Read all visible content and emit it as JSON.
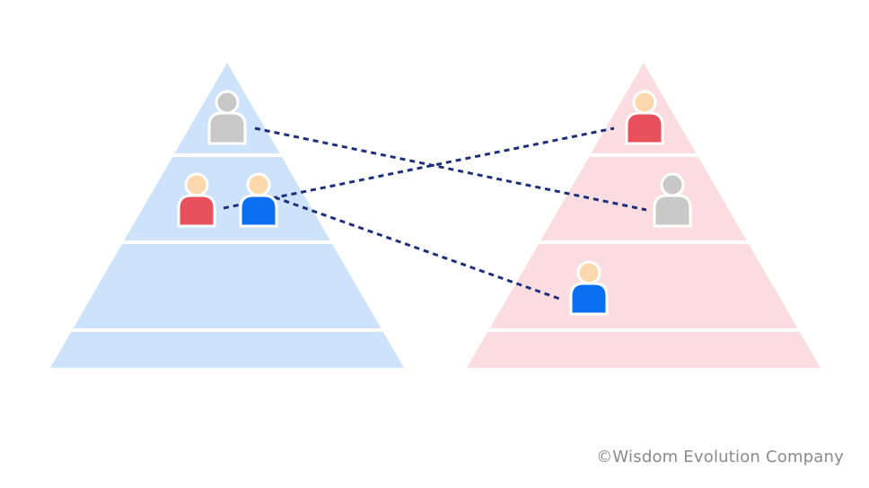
{
  "copyright": "©Wisdom Evolution Company",
  "colors": {
    "left_pyramid": "#cde2fb",
    "right_pyramid": "#fbdde1",
    "divider": "#ffffff",
    "connector": "#1c2f7a",
    "person_gray": "#c8c8c8",
    "person_red": "#e8505b",
    "person_blue": "#0a6ff0",
    "skin": "#fcd8ac",
    "outline": "#ffffff"
  },
  "left_pyramid": {
    "tiers": 4,
    "people": [
      {
        "id": "left-gray",
        "tier": 1,
        "color": "gray"
      },
      {
        "id": "left-red",
        "tier": 2,
        "color": "red"
      },
      {
        "id": "left-blue",
        "tier": 2,
        "color": "blue"
      }
    ]
  },
  "right_pyramid": {
    "tiers": 4,
    "people": [
      {
        "id": "right-red",
        "tier": 1,
        "color": "red"
      },
      {
        "id": "right-gray",
        "tier": 2,
        "color": "gray"
      },
      {
        "id": "right-blue",
        "tier": 3,
        "color": "blue"
      }
    ]
  },
  "connections": [
    {
      "from": "left-gray",
      "to": "right-gray"
    },
    {
      "from": "left-red",
      "to": "right-red"
    },
    {
      "from": "left-blue",
      "to": "right-blue"
    }
  ]
}
